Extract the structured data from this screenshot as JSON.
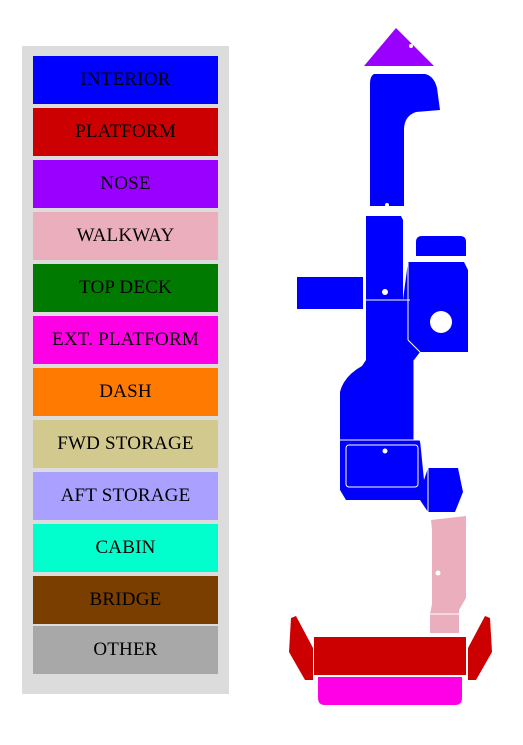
{
  "legend": {
    "items": [
      {
        "label": "INTERIOR",
        "color": "#0000ff"
      },
      {
        "label": "PLATFORM",
        "color": "#cc0000"
      },
      {
        "label": "NOSE",
        "color": "#9900ff"
      },
      {
        "label": "WALKWAY",
        "color": "#eaaebc"
      },
      {
        "label": "TOP DECK",
        "color": "#007a00"
      },
      {
        "label": "EXT. PLATFORM",
        "color": "#ff00e6"
      },
      {
        "label": "DASH",
        "color": "#ff7a00"
      },
      {
        "label": "FWD STORAGE",
        "color": "#d2c98f"
      },
      {
        "label": "AFT  STORAGE",
        "color": "#a9a0ff"
      },
      {
        "label": "CABIN",
        "color": "#00ffcc"
      },
      {
        "label": "BRIDGE",
        "color": "#7a3f00"
      },
      {
        "label": "OTHER",
        "color": "#a8a8a8"
      }
    ]
  },
  "diagram": {
    "colors": {
      "interior": "#0000ff",
      "nose": "#9900ff",
      "walkway": "#eaaebc",
      "platform": "#cc0000",
      "ext_platform": "#ff00e6",
      "seam": "#ffffff"
    }
  }
}
